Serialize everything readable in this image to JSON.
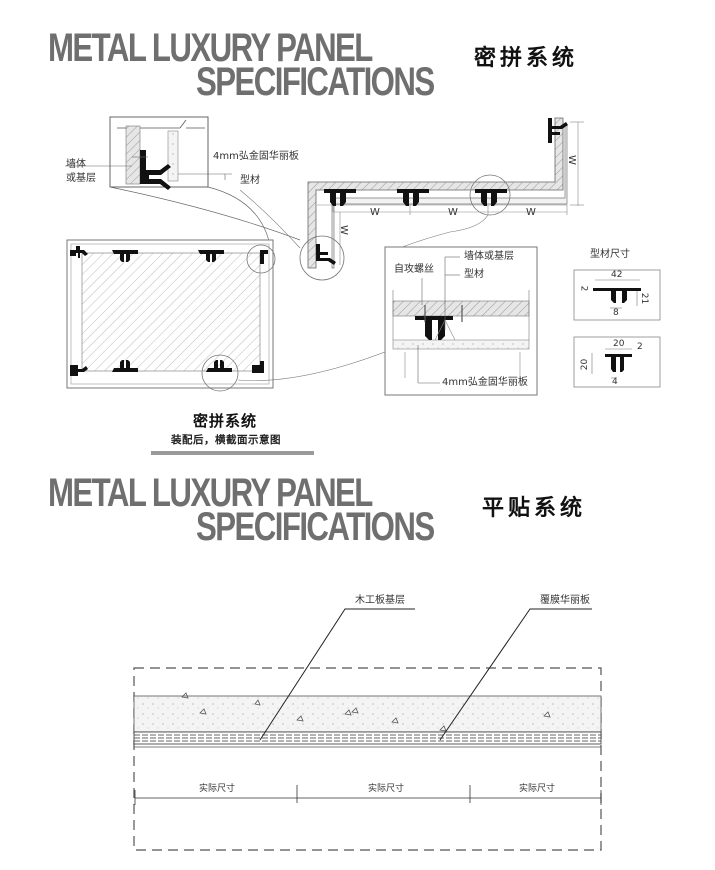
{
  "sections": [
    {
      "title_en_line1": "METAL LUXURY PANEL",
      "title_en_line2": "SPECIFICATIONS",
      "title_cn": "密拼系统"
    },
    {
      "title_en_line1": "METAL LUXURY PANEL",
      "title_en_line2": "SPECIFICATIONS",
      "title_cn": "平贴系统"
    }
  ],
  "close_joint": {
    "detail_labels": {
      "wall": "墙体",
      "wall2": "或基层",
      "panel": "4mm弘金固华丽板",
      "profile": "型材"
    },
    "plan_dimension_label": "W",
    "section_detail_labels": {
      "screw": "自攻螺丝",
      "wall_or_base": "墙体或基层",
      "profile": "型材",
      "panel": "4mm弘金固华丽板"
    },
    "profile_size": {
      "title": "型材尺寸",
      "profile_a": {
        "width": "42",
        "thickness": "2",
        "height": "21",
        "gap": "8"
      },
      "profile_b": {
        "width": "20",
        "thickness": "2",
        "height": "20",
        "gap": "4"
      }
    },
    "caption": "密拼系统",
    "subcaption": "装配后，横截面示意图"
  },
  "flat_mount": {
    "labels": {
      "base_layer": "木工板基层",
      "film_panel": "覆膜华丽板"
    },
    "dimension_labels": [
      "实际尺寸",
      "实际尺寸",
      "实际尺寸"
    ]
  }
}
